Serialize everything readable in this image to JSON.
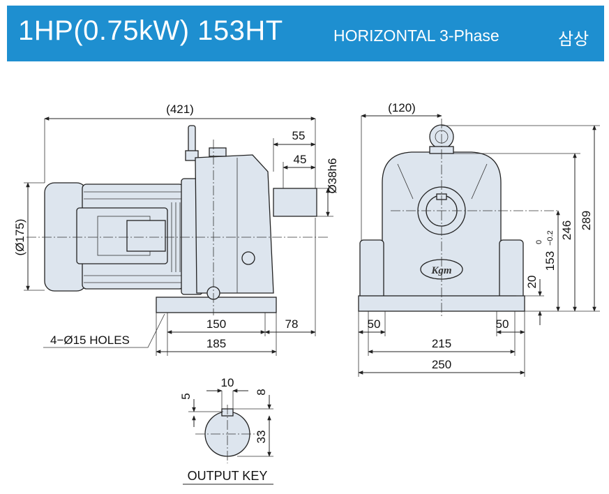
{
  "header": {
    "title": "1HP(0.75kW)  153HT",
    "subtitle": "HORIZONTAL 3-Phase",
    "korean": "삼상",
    "background": "#1e8fd0"
  },
  "side_view": {
    "overall_length": "(421)",
    "shaft_55": "55",
    "shaft_45": "45",
    "shaft_dia": "Ø38h6",
    "motor_dia": "(Ø175)",
    "base_150": "150",
    "base_78": "78",
    "base_185": "185",
    "holes": "4−Ø15 HOLES"
  },
  "front_view": {
    "width_120": "(120)",
    "h_289": "289",
    "h_246": "246",
    "h_153": "153",
    "tol_upper": "0",
    "tol_lower": "−0.2",
    "h_20": "20",
    "foot_left": "50",
    "foot_right": "50",
    "w_215": "215",
    "w_250": "250",
    "logo": "Kgm"
  },
  "key": {
    "d_10": "10",
    "d_5": "5",
    "d_8": "8",
    "d_33": "33",
    "caption": "OUTPUT KEY"
  }
}
